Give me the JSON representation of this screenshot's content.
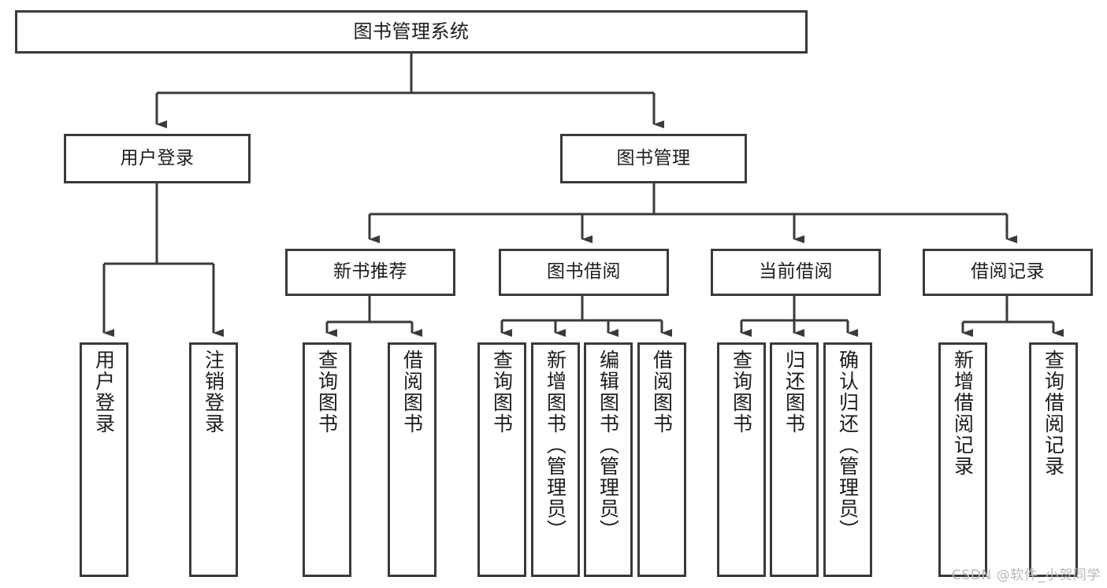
{
  "diagram": {
    "title": "图书管理系统",
    "type": "tree-hierarchy",
    "watermark": "CSDN @软件_小贺同学",
    "colors": {
      "box_border": "#3a3a3a",
      "box_fill": "#ffffff",
      "edge": "#3a3a3a",
      "text": "#1c1c1c",
      "watermark": "#b8b8b8"
    }
  },
  "nodes": {
    "root": {
      "label": "图书管理系统"
    },
    "level2": [
      {
        "label": "用户登录"
      },
      {
        "label": "图书管理"
      }
    ],
    "level3": [
      {
        "label": "新书推荐"
      },
      {
        "label": "图书借阅"
      },
      {
        "label": "当前借阅"
      },
      {
        "label": "借阅记录"
      }
    ],
    "leaves": {
      "user_login": [
        {
          "label": "用户登录"
        },
        {
          "label": "注销登录"
        }
      ],
      "new_book": [
        {
          "label": "查询图书"
        },
        {
          "label": "借阅图书"
        }
      ],
      "book_borrow": [
        {
          "label": "查询图书"
        },
        {
          "label": "新增图书（管理员）"
        },
        {
          "label": "编辑图书（管理员）"
        },
        {
          "label": "借阅图书"
        }
      ],
      "current_borrow": [
        {
          "label": "查询图书"
        },
        {
          "label": "归还图书"
        },
        {
          "label": "确认归还（管理员）"
        }
      ],
      "borrow_record": [
        {
          "label": "新增借阅记录"
        },
        {
          "label": "查询借阅记录"
        }
      ]
    }
  }
}
